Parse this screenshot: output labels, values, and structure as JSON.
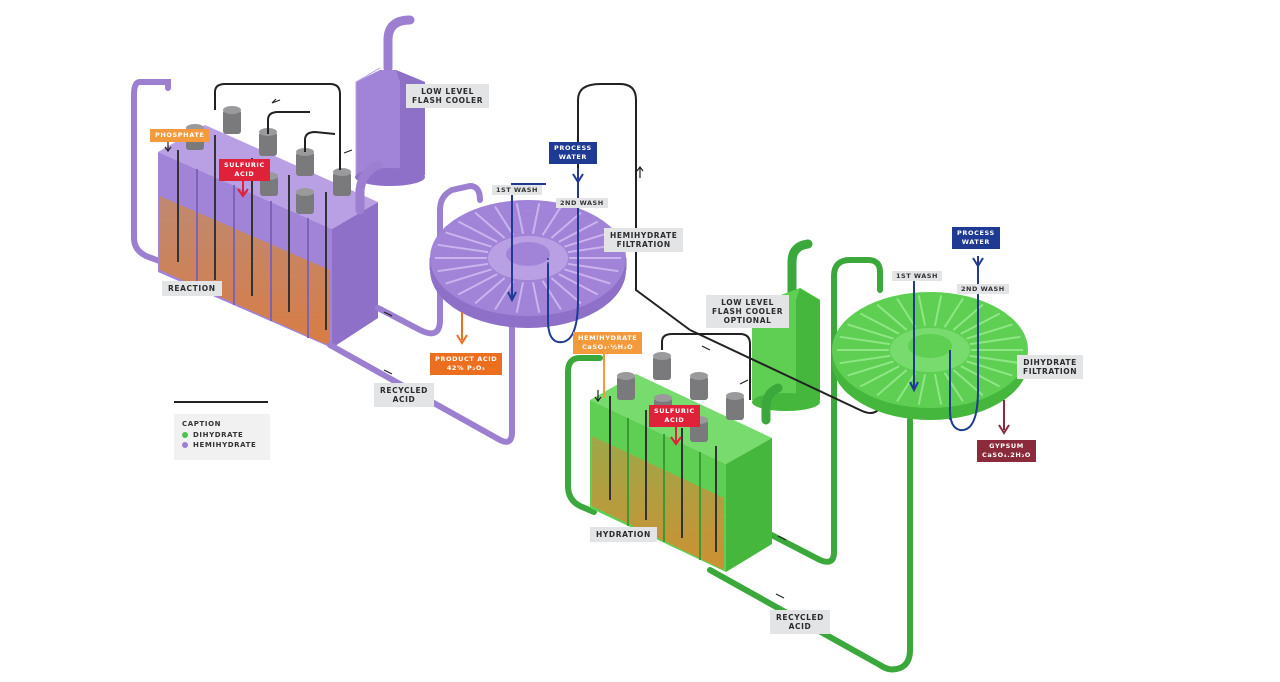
{
  "colors": {
    "hemihydrate": "#9c7fd0",
    "dihydrate": "#4cc24a",
    "process_water": "#1f3a93",
    "sulfuric_acid": "#e0213a",
    "phosphate": "#f39a3d",
    "product_acid": "#ec6f1f",
    "gypsum": "#8b2a3a"
  },
  "labels": {
    "low_flash_cooler": [
      "LOW LEVEL",
      "FLASH COOLER"
    ],
    "phosphate": "PHOSPHATE",
    "sulfuric_acid_1": [
      "SULFURIC",
      "ACID"
    ],
    "reaction": "REACTION",
    "process_water_1": [
      "PROCESS",
      "WATER"
    ],
    "first_wash_1": "1ST WASH",
    "second_wash_1": "2ND WASH",
    "hemihydrate_filtration": [
      "HEMIHYDRATE",
      "FILTRATION"
    ],
    "product_acid": [
      "PRODUCT ACID",
      "42% P₂O₅"
    ],
    "hemihydrate_out": [
      "HEMIHYDRATE",
      "CaSO₄·½H₂O"
    ],
    "recycled_acid_1": [
      "RECYCLED",
      "ACID"
    ],
    "low_flash_cooler_optional": [
      "LOW LEVEL",
      "FLASH COOLER",
      "OPTIONAL"
    ],
    "sulfuric_acid_2": [
      "SULFURIC",
      "ACID"
    ],
    "hydration": "HYDRATION",
    "process_water_2": [
      "PROCESS",
      "WATER"
    ],
    "first_wash_2": "1ST WASH",
    "second_wash_2": "2ND WASH",
    "dihydrate_filtration": [
      "DIHYDRATE",
      "FILTRATION"
    ],
    "gypsum": [
      "GYPSUM",
      "CaSO₄.2H₂O"
    ],
    "recycled_acid_2": [
      "RECYCLED",
      "ACID"
    ]
  },
  "caption": {
    "title": "CAPTION",
    "items": [
      {
        "label": "DIHYDRATE",
        "color": "#4cc24a"
      },
      {
        "label": "HEMIHYDRATE",
        "color": "#9c7fd0"
      }
    ]
  }
}
